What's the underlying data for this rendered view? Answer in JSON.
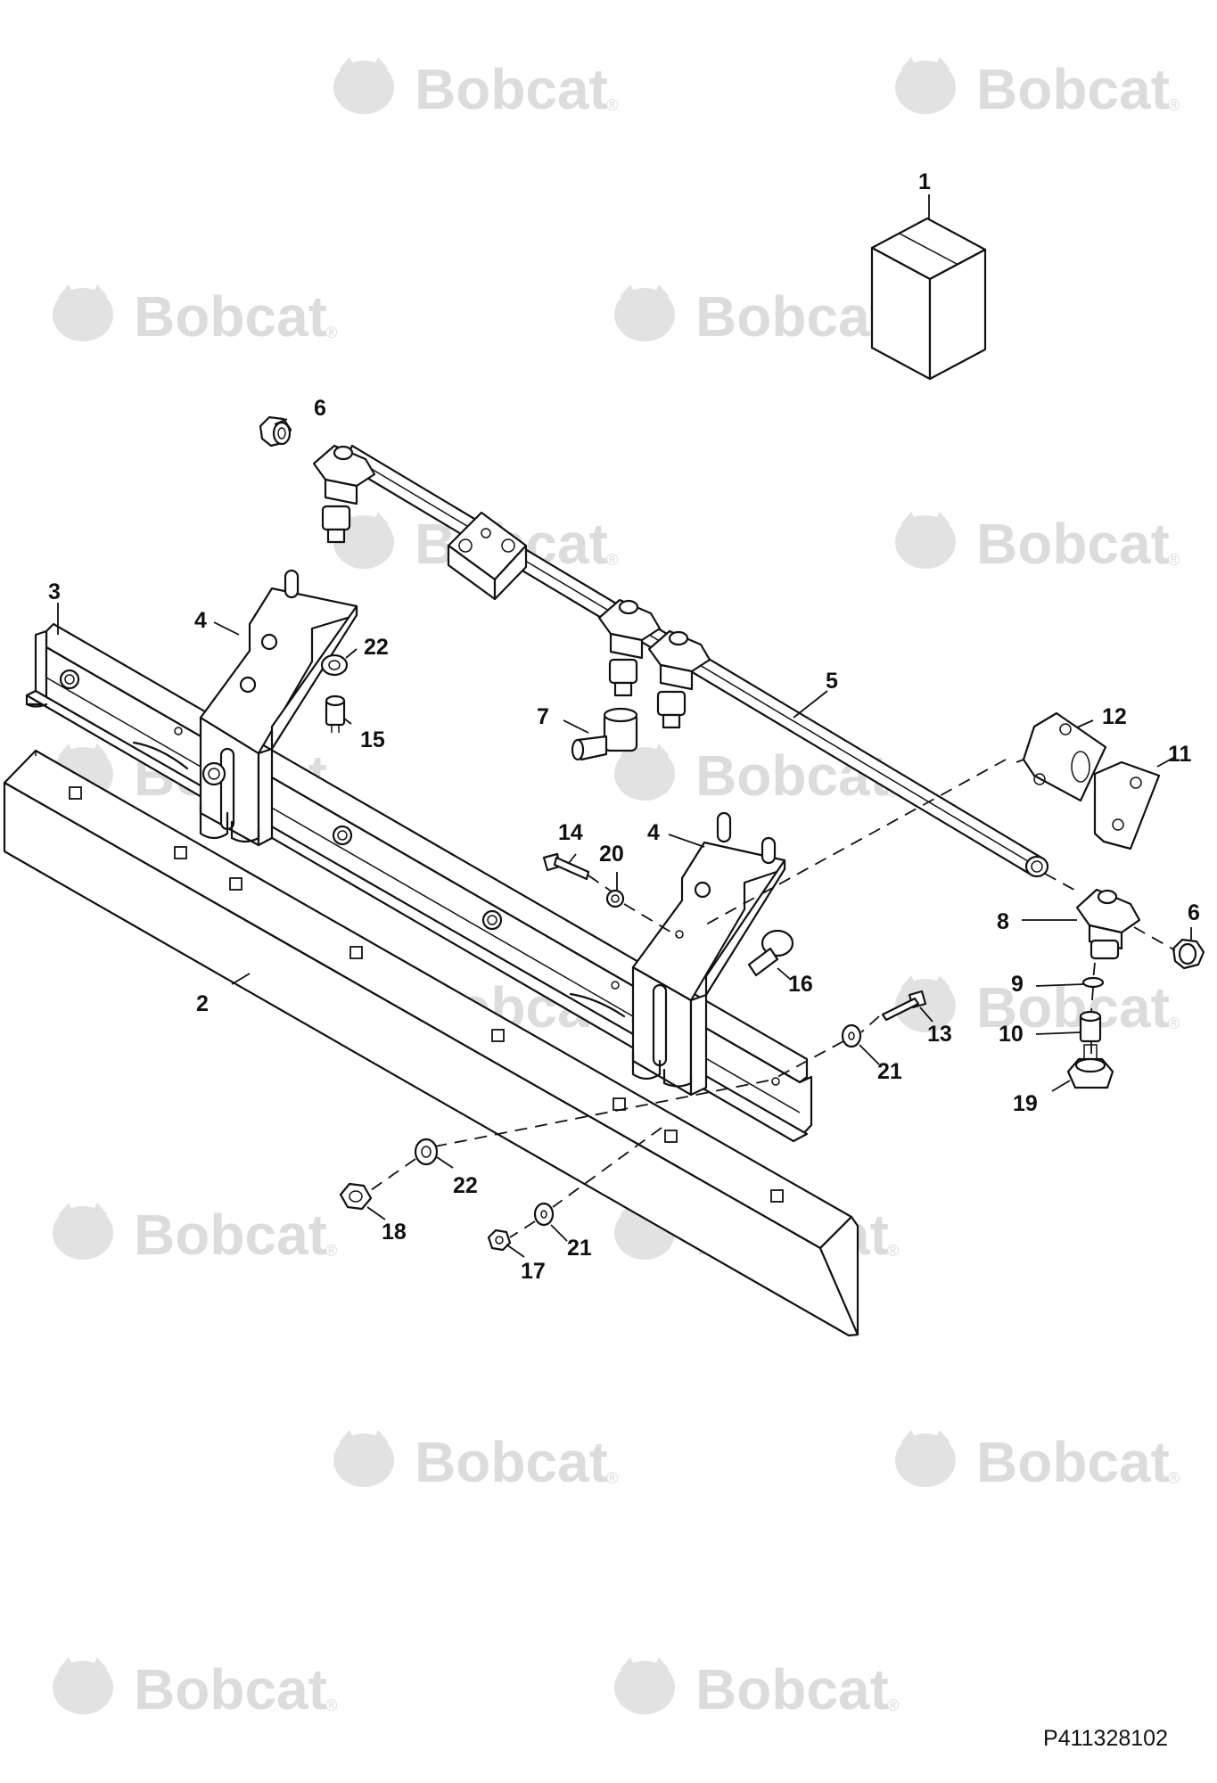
{
  "watermark": {
    "brand": "Bobcat",
    "reg_mark": "®"
  },
  "drawing_number": "P411328102",
  "callouts": [
    {
      "id": "c1",
      "label": "1"
    },
    {
      "id": "c2",
      "label": "2"
    },
    {
      "id": "c3",
      "label": "3"
    },
    {
      "id": "c4a",
      "label": "4"
    },
    {
      "id": "c4b",
      "label": "4"
    },
    {
      "id": "c5",
      "label": "5"
    },
    {
      "id": "c6a",
      "label": "6"
    },
    {
      "id": "c6b",
      "label": "6"
    },
    {
      "id": "c7",
      "label": "7"
    },
    {
      "id": "c8",
      "label": "8"
    },
    {
      "id": "c9",
      "label": "9"
    },
    {
      "id": "c10",
      "label": "10"
    },
    {
      "id": "c11",
      "label": "11"
    },
    {
      "id": "c12",
      "label": "12"
    },
    {
      "id": "c13",
      "label": "13"
    },
    {
      "id": "c14",
      "label": "14"
    },
    {
      "id": "c15",
      "label": "15"
    },
    {
      "id": "c16",
      "label": "16"
    },
    {
      "id": "c17",
      "label": "17"
    },
    {
      "id": "c18",
      "label": "18"
    },
    {
      "id": "c19",
      "label": "19"
    },
    {
      "id": "c20",
      "label": "20"
    },
    {
      "id": "c21a",
      "label": "21"
    },
    {
      "id": "c21b",
      "label": "21"
    },
    {
      "id": "c22a",
      "label": "22"
    },
    {
      "id": "c22b",
      "label": "22"
    }
  ]
}
